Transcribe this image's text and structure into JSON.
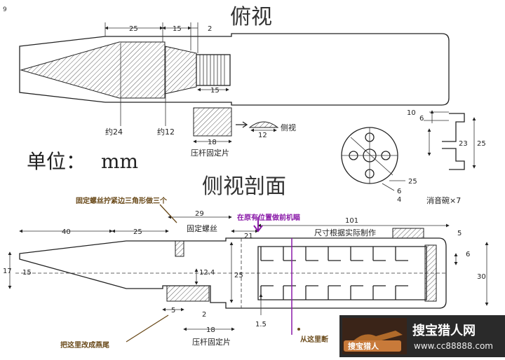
{
  "figure": {
    "page_number": "9",
    "top_view_title": "俯视",
    "side_view_title": "侧视剖面",
    "unit_label": "单位：",
    "unit_value": "mm"
  },
  "top_view": {
    "dims": {
      "d25": "25",
      "d15": "15",
      "d2": "2",
      "d15b": "15"
    },
    "labels": {
      "dia24": "约24",
      "dia12": "约12",
      "side_view": "侧视",
      "d18": "18",
      "d12": "12",
      "plate": "压杆固定片"
    }
  },
  "baffle_detail": {
    "dims": {
      "d10": "10",
      "d6": "6",
      "d23": "23",
      "d25": "25",
      "c25": "25",
      "c6": "6",
      "c4": "4"
    },
    "caption": "消音碗×7"
  },
  "side_view": {
    "dims": {
      "d40": "40",
      "d25": "25",
      "d29": "29",
      "d21": "21",
      "d101": "101",
      "d5r": "5",
      "d17": "17",
      "d15": "15",
      "d124": "12.4",
      "d25v": "25",
      "d6": "6",
      "d30": "30",
      "d5b": "5",
      "d2b": "2",
      "d18": "18",
      "d15b": "1.5"
    },
    "labels": {
      "fixing_screw": "固定螺丝",
      "size_note": "尺寸根据实际制作",
      "plate": "压杆固定片"
    },
    "annotations": {
      "screw_note": "固定螺丝拧紧边三角形做三个",
      "drill_note": "在原有位置做前机瞄",
      "dovetail_note": "把这里改成燕尾",
      "cut_note": "从这里断"
    }
  },
  "watermark": {
    "site_name": "搜宝猎人网",
    "badge": "搜宝猎人",
    "url": "www.cc88888.com"
  },
  "colors": {
    "line": "#222222",
    "annotation_brown": "#6a4a1a",
    "annotation_purple": "#8a1aa8",
    "watermark_bg": "#2a2a2a",
    "watermark_brown": "#b06a2a"
  }
}
